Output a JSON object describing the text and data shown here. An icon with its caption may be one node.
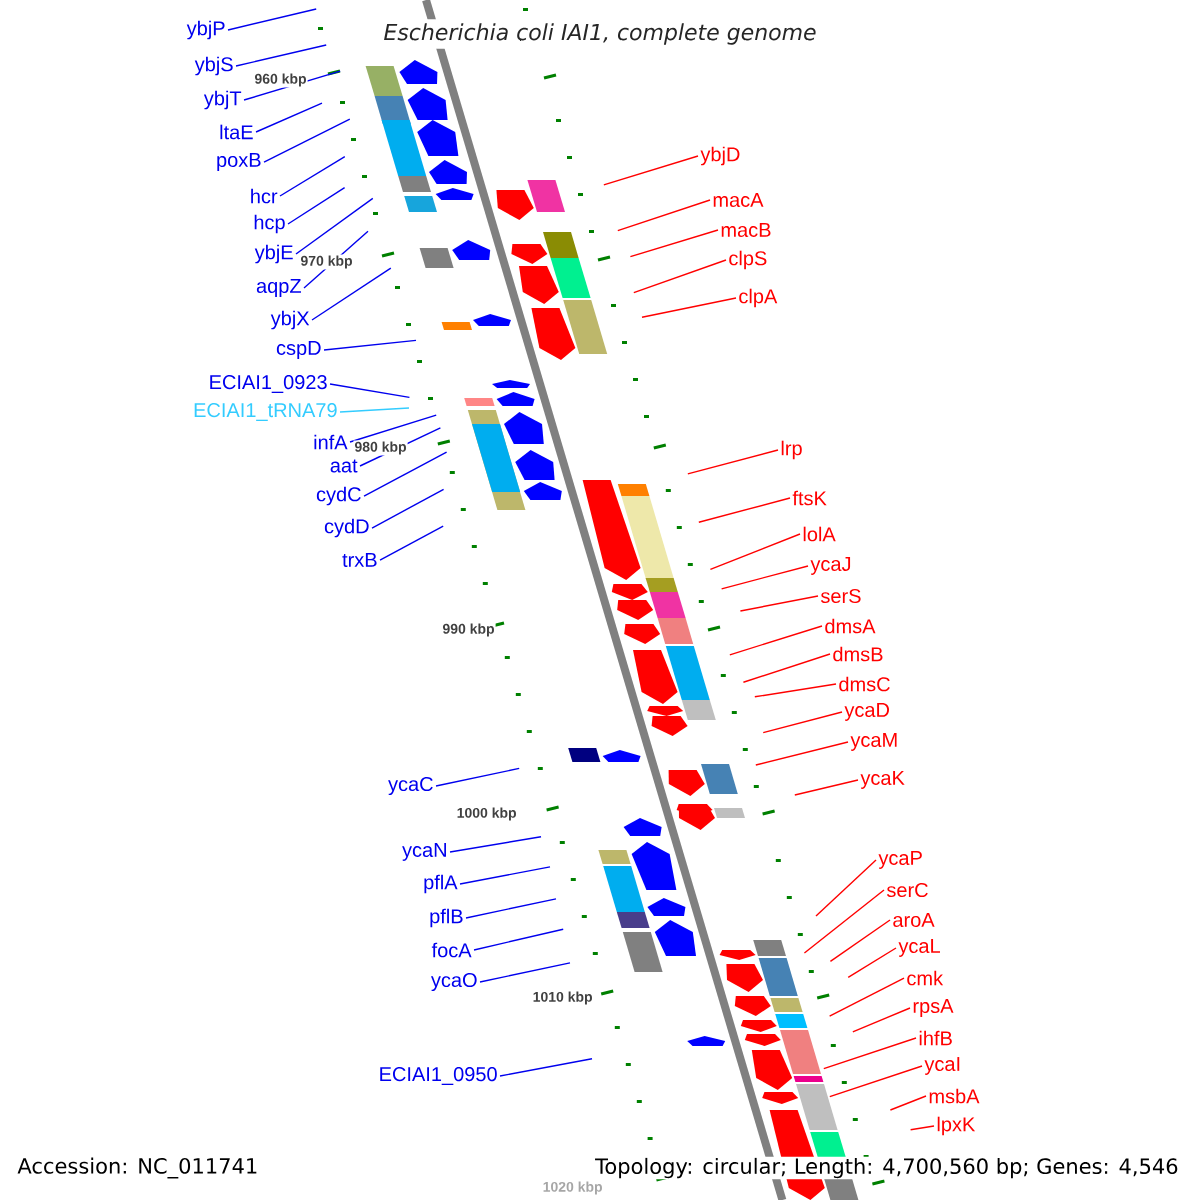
{
  "diagram": {
    "title": "Escherichia coli IAI1, complete genome",
    "nodes": [
      {
        "text": [
          "ybjP"
        ]
      },
      {
        "text": [
          "ybjS"
        ]
      },
      {
        "text": [
          "ybjT"
        ]
      },
      {
        "text": [
          "ltaE"
        ]
      },
      {
        "text": [
          "poxB"
        ]
      },
      {
        "text": [
          "hcr"
        ]
      },
      {
        "text": [
          "hcp"
        ]
      },
      {
        "text": [
          "ybjE"
        ]
      },
      {
        "text": [
          "aqpZ"
        ]
      },
      {
        "text": [
          "ybjX"
        ]
      },
      {
        "text": [
          "cspD"
        ]
      },
      {
        "text": [
          "ECIAI1_0923"
        ]
      },
      {
        "text": [
          "ECIAI1_tRNA79"
        ]
      },
      {
        "text": [
          "infA"
        ]
      },
      {
        "text": [
          "aat"
        ]
      },
      {
        "text": [
          "cydC"
        ]
      },
      {
        "text": [
          "cydD"
        ]
      },
      {
        "text": [
          "trxB"
        ]
      },
      {
        "text": [
          "ycaC"
        ]
      },
      {
        "text": [
          "ycaN"
        ]
      },
      {
        "text": [
          "pflA"
        ]
      },
      {
        "text": [
          "pflB"
        ]
      },
      {
        "text": [
          "focA"
        ]
      },
      {
        "text": [
          "ycaO"
        ]
      },
      {
        "text": [
          "ECIAI1_0950"
        ]
      },
      {
        "text": [
          "ybjD"
        ]
      },
      {
        "text": [
          "macA"
        ]
      },
      {
        "text": [
          "macB"
        ]
      },
      {
        "text": [
          "clpS"
        ]
      },
      {
        "text": [
          "clpA"
        ]
      },
      {
        "text": [
          "lrp"
        ]
      },
      {
        "text": [
          "ftsK"
        ]
      },
      {
        "text": [
          "lolA"
        ]
      },
      {
        "text": [
          "ycaJ"
        ]
      },
      {
        "text": [
          "serS"
        ]
      },
      {
        "text": [
          "dmsA"
        ]
      },
      {
        "text": [
          "dmsB"
        ]
      },
      {
        "text": [
          "dmsC"
        ]
      },
      {
        "text": [
          "ycaD"
        ]
      },
      {
        "text": [
          "ycaM"
        ]
      },
      {
        "text": [
          "ycaK"
        ]
      },
      {
        "text": [
          "ycaP"
        ]
      },
      {
        "text": [
          "serC"
        ]
      },
      {
        "text": [
          "aroA"
        ]
      },
      {
        "text": [
          "ycaL"
        ]
      },
      {
        "text": [
          "cmk"
        ]
      },
      {
        "text": [
          "rpsA"
        ]
      },
      {
        "text": [
          "ihfB"
        ]
      },
      {
        "text": [
          "ycaI"
        ]
      },
      {
        "text": [
          "msbA"
        ]
      },
      {
        "text": [
          "lpxK"
        ]
      }
    ],
    "edges": [
      {
        "from": 0,
        "to": null,
        "arrow": "none",
        "color": "#0000ee"
      },
      {
        "from": 1,
        "to": null,
        "arrow": "none",
        "color": "#0000ee"
      },
      {
        "from": 2,
        "to": null,
        "arrow": "none",
        "color": "#0000ee"
      },
      {
        "from": 3,
        "to": null,
        "arrow": "none",
        "color": "#0000ee"
      },
      {
        "from": 4,
        "to": null,
        "arrow": "none",
        "color": "#0000ee"
      },
      {
        "from": 5,
        "to": null,
        "arrow": "none",
        "color": "#0000ee"
      },
      {
        "from": 6,
        "to": null,
        "arrow": "none",
        "color": "#0000ee"
      },
      {
        "from": 7,
        "to": null,
        "arrow": "none",
        "color": "#0000ee"
      },
      {
        "from": 8,
        "to": null,
        "arrow": "none",
        "color": "#0000ee"
      },
      {
        "from": 9,
        "to": null,
        "arrow": "none",
        "color": "#0000ee"
      },
      {
        "from": 10,
        "to": null,
        "arrow": "none",
        "color": "#0000ee"
      },
      {
        "from": 11,
        "to": null,
        "arrow": "none",
        "color": "#0000ee"
      },
      {
        "from": 12,
        "to": null,
        "arrow": "none",
        "color": "#33ccff"
      },
      {
        "from": 13,
        "to": null,
        "arrow": "none",
        "color": "#0000ee"
      },
      {
        "from": 14,
        "to": null,
        "arrow": "none",
        "color": "#0000ee"
      },
      {
        "from": 15,
        "to": null,
        "arrow": "none",
        "color": "#0000ee"
      },
      {
        "from": 16,
        "to": null,
        "arrow": "none",
        "color": "#0000ee"
      },
      {
        "from": 17,
        "to": null,
        "arrow": "none",
        "color": "#0000ee"
      },
      {
        "from": 18,
        "to": null,
        "arrow": "none",
        "color": "#0000ee"
      },
      {
        "from": 19,
        "to": null,
        "arrow": "none",
        "color": "#0000ee"
      },
      {
        "from": 20,
        "to": null,
        "arrow": "none",
        "color": "#0000ee"
      },
      {
        "from": 21,
        "to": null,
        "arrow": "none",
        "color": "#0000ee"
      },
      {
        "from": 22,
        "to": null,
        "arrow": "none",
        "color": "#0000ee"
      },
      {
        "from": 23,
        "to": null,
        "arrow": "none",
        "color": "#0000ee"
      },
      {
        "from": 24,
        "to": null,
        "arrow": "none",
        "color": "#0000ee"
      },
      {
        "from": 25,
        "to": null,
        "arrow": "none",
        "color": "#ff0000"
      },
      {
        "from": 26,
        "to": null,
        "arrow": "none",
        "color": "#ff0000"
      },
      {
        "from": 27,
        "to": null,
        "arrow": "none",
        "color": "#ff0000"
      },
      {
        "from": 28,
        "to": null,
        "arrow": "none",
        "color": "#ff0000"
      },
      {
        "from": 29,
        "to": null,
        "arrow": "none",
        "color": "#ff0000"
      },
      {
        "from": 30,
        "to": null,
        "arrow": "none",
        "color": "#ff0000"
      },
      {
        "from": 31,
        "to": null,
        "arrow": "none",
        "color": "#ff0000"
      },
      {
        "from": 32,
        "to": null,
        "arrow": "none",
        "color": "#ff0000"
      },
      {
        "from": 33,
        "to": null,
        "arrow": "none",
        "color": "#ff0000"
      },
      {
        "from": 34,
        "to": null,
        "arrow": "none",
        "color": "#ff0000"
      },
      {
        "from": 35,
        "to": null,
        "arrow": "none",
        "color": "#ff0000"
      },
      {
        "from": 36,
        "to": null,
        "arrow": "none",
        "color": "#ff0000"
      },
      {
        "from": 37,
        "to": null,
        "arrow": "none",
        "color": "#ff0000"
      },
      {
        "from": 38,
        "to": null,
        "arrow": "none",
        "color": "#ff0000"
      },
      {
        "from": 39,
        "to": null,
        "arrow": "none",
        "color": "#ff0000"
      },
      {
        "from": 40,
        "to": null,
        "arrow": "none",
        "color": "#ff0000"
      },
      {
        "from": 41,
        "to": null,
        "arrow": "none",
        "color": "#ff0000"
      },
      {
        "from": 42,
        "to": null,
        "arrow": "none",
        "color": "#ff0000"
      },
      {
        "from": 43,
        "to": null,
        "arrow": "none",
        "color": "#ff0000"
      },
      {
        "from": 44,
        "to": null,
        "arrow": "none",
        "color": "#ff0000"
      },
      {
        "from": 45,
        "to": null,
        "arrow": "none",
        "color": "#ff0000"
      },
      {
        "from": 46,
        "to": null,
        "arrow": "none",
        "color": "#ff0000"
      },
      {
        "from": 47,
        "to": null,
        "arrow": "none",
        "color": "#ff0000"
      },
      {
        "from": 48,
        "to": null,
        "arrow": "none",
        "color": "#ff0000"
      },
      {
        "from": 49,
        "to": null,
        "arrow": "none",
        "color": "#ff0000"
      },
      {
        "from": 50,
        "to": null,
        "arrow": "none",
        "color": "#ff0000"
      }
    ],
    "labels": [
      "960 kbp",
      "970 kbp",
      "980 kbp",
      "990 kbp",
      "1000 kbp",
      "1010 kbp",
      "Accession: NC_011741",
      "Topology: circular; Length: 4,700,560 bp; Genes: 4,546",
      "1020 kbp"
    ]
  }
}
